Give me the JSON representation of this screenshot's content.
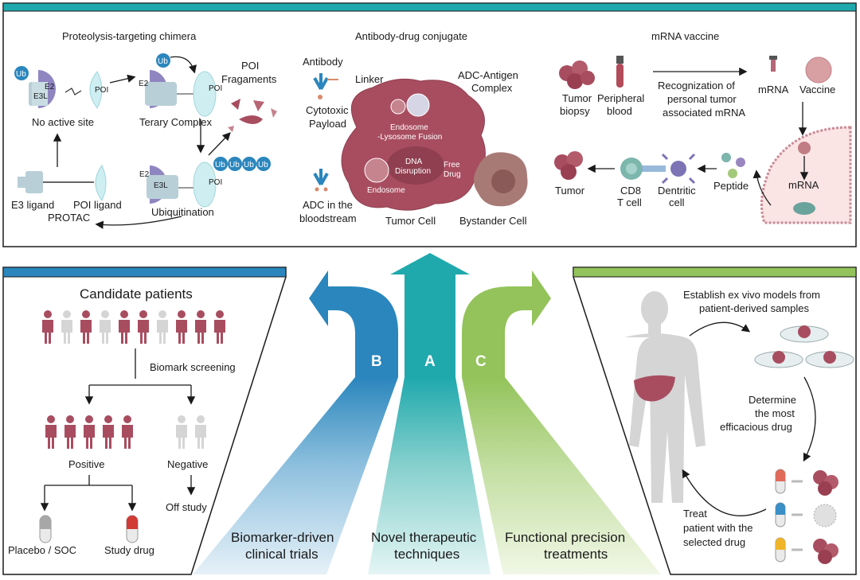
{
  "top_panel": {
    "protac": {
      "title": "Proteolysis-targeting chimera",
      "ub": "Ub",
      "e2": "E2",
      "e3l": "E3L",
      "poi": "POI",
      "no_active_site": "No active site",
      "ternary_complex": "Terary Complex",
      "poi_fragments_1": "POI",
      "poi_fragments_2": "Fragaments",
      "ub_chain": [
        "Ub",
        "Ub",
        "Ub",
        "Ub"
      ],
      "ubiquitination": "Ubiquitination",
      "e3_ligand": "E3 ligand",
      "poi_ligand": "POI ligand",
      "protac_label": "PROTAC"
    },
    "adc": {
      "title": "Antibody-drug conjugate",
      "antibody": "Antibody",
      "linker": "Linker",
      "cytotoxic_1": "Cytotoxic",
      "cytotoxic_2": "Payload",
      "complex_1": "ADC-Antigen",
      "complex_2": "Complex",
      "endosome_fusion_1": "Endosome",
      "endosome_fusion_2": "-Lysosome Fusion",
      "dna_1": "DNA",
      "dna_2": "Disruption",
      "free_drug_1": "Free",
      "free_drug_2": "Drug",
      "endosome": "Endosome",
      "bloodstream_1": "ADC in the",
      "bloodstream_2": "bloodstream",
      "tumor_cell": "Tumor Cell",
      "bystander_cell": "Bystander Cell"
    },
    "mrna": {
      "title": "mRNA vaccine",
      "tumor_biopsy_1": "Tumor",
      "tumor_biopsy_2": "biopsy",
      "peripheral_1": "Peripheral",
      "peripheral_2": "blood",
      "recog_1": "Recognization of",
      "recog_2": "personal tumor",
      "recog_3": "associated mRNA",
      "mrna": "mRNA",
      "vaccine": "Vaccine",
      "mrna_cell": "mRNA",
      "tumor": "Tumor",
      "cd8_1": "CD8",
      "cd8_2": "T cell",
      "dendritic_1": "Dentritic",
      "dendritic_2": "cell",
      "peptide": "Peptide"
    }
  },
  "left_panel": {
    "candidate_patients": "Candidate patients",
    "biomark_screening": "Biomark screening",
    "positive": "Positive",
    "negative": "Negative",
    "off_study": "Off study",
    "placebo": "Placebo / SOC",
    "study_drug": "Study drug",
    "patient_states": [
      "pos",
      "neg",
      "pos",
      "neg",
      "pos",
      "pos",
      "neg",
      "pos",
      "pos",
      "pos"
    ]
  },
  "right_panel": {
    "establish_1": "Establish ex vivo models from",
    "establish_2": "patient-derived samples",
    "determine_1": "Determine",
    "determine_2": "the most",
    "determine_3": "efficacious drug",
    "treat_1": "Treat",
    "treat_2": "patient with the",
    "treat_3": "selected drug"
  },
  "arrows": {
    "a": "A",
    "b": "B",
    "c": "C"
  },
  "bottom": {
    "b_1": "Biomarker-driven",
    "b_2": "clinical trials",
    "a_1": "Novel therapeutic",
    "a_2": "techniques",
    "c_1": "Functional precision",
    "c_2": "treatments"
  },
  "colors": {
    "teal": "#1fa9ad",
    "blue": "#2a86bd",
    "green": "#93c35a",
    "maroon": "#a84d60",
    "gray": "#d5d5d5"
  }
}
